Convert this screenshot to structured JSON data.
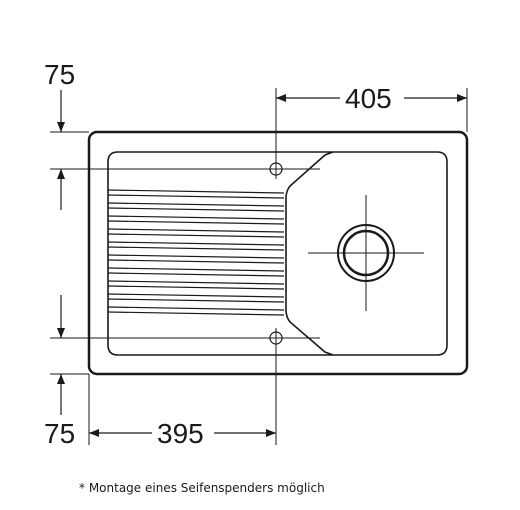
{
  "dimensions": {
    "left_top_margin": "75",
    "left_bottom_margin": "75",
    "bowl_width": "405",
    "drainer_width": "395"
  },
  "footnote": "* Montage eines Seifenspenders möglich",
  "colors": {
    "line": "#1a1a1a",
    "background": "#ffffff"
  }
}
